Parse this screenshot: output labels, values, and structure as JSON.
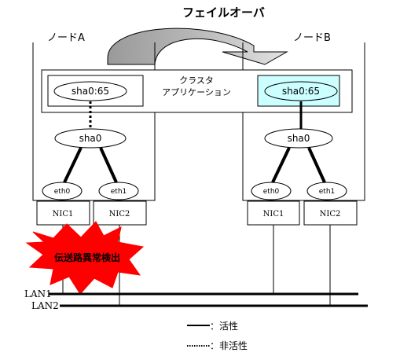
{
  "title": "フェイルオーバ",
  "node_a": {
    "label": "ノードA"
  },
  "node_b": {
    "label": "ノードB"
  },
  "cluster": {
    "line1": "クラスタ",
    "line2": "アプリケーション"
  },
  "alias_a": "sha0:65",
  "alias_b": "sha0:65",
  "virtual_a": "sha0",
  "virtual_b": "sha0",
  "eth0_a": "eth0",
  "eth1_a": "eth1",
  "eth0_b": "eth0",
  "eth1_b": "eth1",
  "nic1_a": "NIC1",
  "nic2_a": "NIC2",
  "nic1_b": "NIC1",
  "nic2_b": "NIC2",
  "error_burst": "伝送路異常検出",
  "lan1": "LAN1",
  "lan2": "LAN2",
  "legend": {
    "active": "：活性",
    "inactive": "：非活性"
  },
  "colors": {
    "arrow_left": "#9a9a9a",
    "arrow_right": "#d4d4d4",
    "active_alias_fill": "#ccffff",
    "burst": "#ff0000"
  }
}
